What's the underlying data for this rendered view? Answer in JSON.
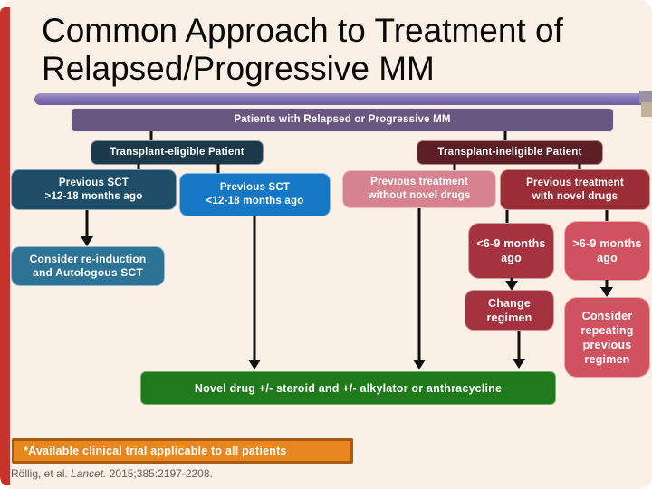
{
  "slide": {
    "title_line1": "Common Approach to Treatment of",
    "title_line2": "Relapsed/Progressive MM",
    "footnote": "*Available clinical trial applicable to all patients",
    "citation": {
      "authors": "Röllig, et al. ",
      "journal": "Lancet.",
      "rest": " 2015;385:2197-2208."
    }
  },
  "flowchart": {
    "root_banner": "Patients with Relapsed or Progressive MM",
    "eligible_header": "Transplant-eligible Patient",
    "ineligible_header": "Transplant-ineligible Patient",
    "prev_sct_gt": {
      "line1": "Previous SCT",
      "line2": ">12-18 months ago"
    },
    "prev_sct_lt": {
      "line1": "Previous SCT",
      "line2": "<12-18 months ago"
    },
    "prev_tx_without": {
      "line1": "Previous treatment",
      "line2": "without novel drugs"
    },
    "prev_tx_with": {
      "line1": "Previous treatment",
      "line2": "with novel drugs"
    },
    "consider_reinduction": {
      "line1": "Consider re-induction",
      "line2": "and Autologous SCT"
    },
    "lt_6_9_months": "<6-9 months ago",
    "gt_6_9_months": ">6-9 months ago",
    "change_regimen": "Change regimen",
    "consider_repeating": "Consider repeating previous regimen",
    "novel_drug_banner": "Novel drug +/- steroid and +/- alkylator or anthracycline"
  },
  "colors": {
    "slide_background": "#FBF0E6",
    "left_strip_red": "#C5332B",
    "title_underline_purple": "#8372B0",
    "root_banner_purple": "#6A5781",
    "eligible_header_navy": "#1B3948",
    "ineligible_header_maroon": "#5C1F26",
    "prev_sct_gt_darkblue": "#1E4D68",
    "prev_sct_lt_blue": "#1578C4",
    "prev_tx_without_pink": "#D6838F",
    "prev_tx_with_brick": "#9A2D35",
    "consider_reinduction_teal": "#2D7396",
    "dark_red_boxes": "#A4323F",
    "light_red_boxes": "#D05260",
    "novel_drug_green": "#1F7A1C",
    "footnote_orange": "#E8871F",
    "footnote_border": "#A85C13"
  }
}
